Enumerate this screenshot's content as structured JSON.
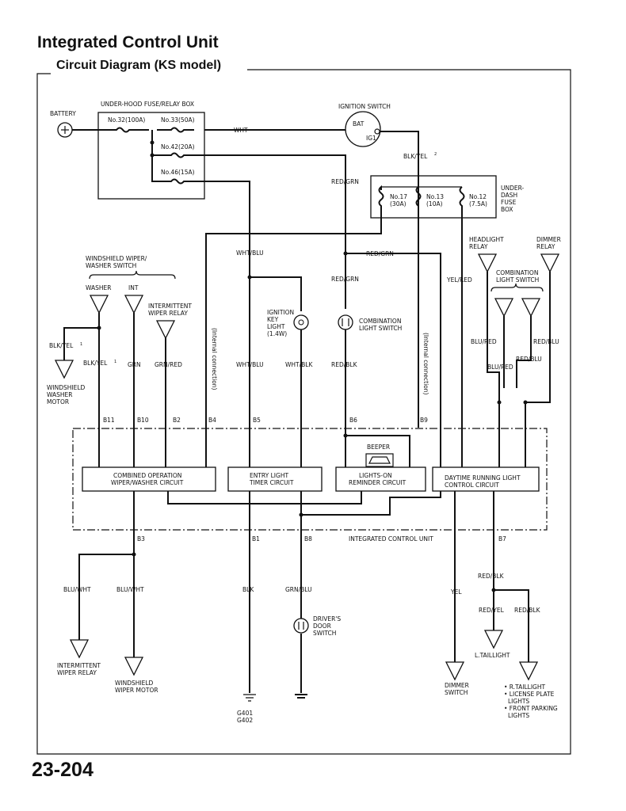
{
  "header": {
    "title": "Integrated Control Unit",
    "subtitle": "Circuit Diagram (KS model)"
  },
  "page_number": "23-204",
  "components": {
    "battery": "BATTERY",
    "fuse_box": "UNDER-HOOD FUSE/RELAY BOX",
    "ignition_switch": "IGNITION SWITCH",
    "dash_fuse_box": [
      "UNDER-",
      "DASH",
      "FUSE",
      "BOX"
    ],
    "wiper_switch": [
      "WINDSHIELD WIPER/",
      "WASHER SWITCH"
    ],
    "washer": "WASHER",
    "int": "INT",
    "intermittent_wiper_relay_top": [
      "INTERMITTENT",
      "WIPER RELAY"
    ],
    "washer_motor": [
      "WINDSHIELD",
      "WASHER",
      "MOTOR"
    ],
    "ignition_key_light": [
      "IGNITION",
      "KEY",
      "LIGHT",
      "(1.4W)"
    ],
    "combination_light_switch_mid": [
      "COMBINATION",
      "LIGHT SWITCH"
    ],
    "headlight_relay": [
      "HEADLIGHT",
      "RELAY"
    ],
    "dimmer_relay": [
      "DIMMER",
      "RELAY"
    ],
    "combination_light_switch_right": [
      "COMBINATION",
      "LIGHT SWITCH"
    ],
    "beeper": "BEEPER",
    "ic_unit_label": "INTEGRATED CONTROL UNIT",
    "intermittent_wiper_relay_bottom": [
      "INTERMITTENT",
      "WIPER RELAY"
    ],
    "windshield_wiper_motor": [
      "WINDSHIELD",
      "WIPER MOTOR"
    ],
    "drivers_door_switch": [
      "DRIVER'S",
      "DOOR",
      "SWITCH"
    ],
    "l_taillight": "L.TAILLIGHT",
    "dimmer_switch": [
      "DIMMER",
      "SWITCH"
    ],
    "right_lights": [
      "• R.TAILLIGHT",
      "• LICENSE PLATE",
      "LIGHTS",
      "• FRONT PARKING",
      "LIGHTS"
    ],
    "ground": [
      "G401",
      "G402"
    ],
    "internal_connection": "(Internal connection)",
    "bat": "BAT",
    "ig1": "IG1"
  },
  "fuses": {
    "no32": "No.32(100A)",
    "no33": "No.33(50A)",
    "no42": "No.42(20A)",
    "no46": "No.46(15A)",
    "no17": [
      "No.17",
      "(30A)"
    ],
    "no13": [
      "No.13",
      "(10A)"
    ],
    "no12": [
      "No.12",
      "(7.5A)"
    ]
  },
  "circuits": {
    "wiper": [
      "COMBINED OPERATION",
      "WIPER/WASHER CIRCUIT"
    ],
    "entry": [
      "ENTRY LIGHT",
      "TIMER CIRCUIT"
    ],
    "lights_on": [
      "LIGHTS-ON",
      "REMINDER CIRCUIT"
    ],
    "drl": [
      "DAYTIME RUNNING LIGHT",
      "CONTROL CIRCUIT"
    ]
  },
  "wires": {
    "wht": "WHT",
    "blk_yel2": "BLK/YEL",
    "sup2": "2",
    "red_grn_1": "RED/GRN",
    "wht_blu_1": "WHT/BLU",
    "red_grn_2": "RED/GRN",
    "red_grn_3": "RED/GRN",
    "yel_red": "YEL/RED",
    "blk_yel1_a": "BLK/YEL",
    "blk_yel1_b": "BLK/YEL",
    "sup1": "1",
    "grn": "GRN",
    "grn_red": "GRN/RED",
    "wht_blu_2": "WHT/BLU",
    "wht_blk": "WHT/BLK",
    "red_blk": "RED/BLK",
    "blu_red_1": "BLU/RED",
    "blu_red_2": "BLU/RED",
    "red_blu_1": "RED/BLU",
    "red_blu_2": "RED/BLU",
    "blu_wht_1": "BLU/WHT",
    "blu_wht_2": "BLU/WHT",
    "blk": "BLK",
    "grn_blu": "GRN/BLU",
    "yel": "YEL",
    "red_blk_2": "RED/BLK",
    "red_yel": "RED/YEL",
    "red_blk_3": "RED/BLK"
  },
  "pins": {
    "b11": "B11",
    "b10": "B10",
    "b2": "B2",
    "b4": "B4",
    "b5": "B5",
    "b6": "B6",
    "b9": "B9",
    "b3": "B3",
    "b1": "B1",
    "b8": "B8",
    "b7": "B7"
  }
}
